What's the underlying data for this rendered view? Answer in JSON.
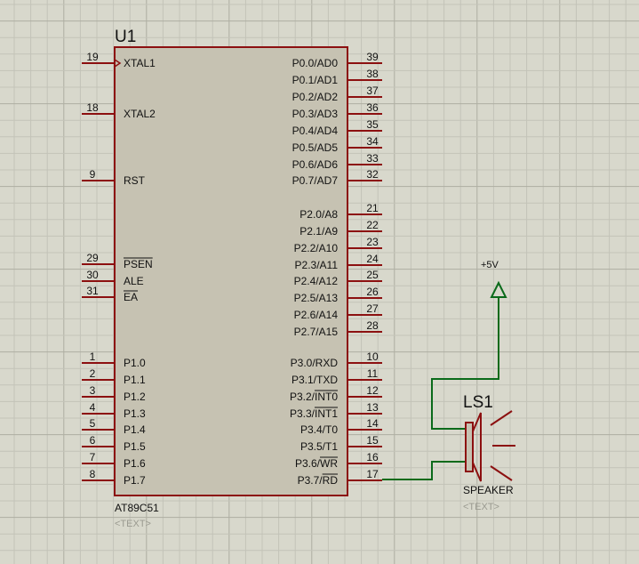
{
  "chip": {
    "ref": "U1",
    "part": "AT89C51",
    "text_placeholder": "<TEXT>",
    "left_pins": [
      {
        "num": "19",
        "label": "XTAL1",
        "clock": true
      },
      {
        "num": "18",
        "label": "XTAL2"
      },
      {
        "num": "9",
        "label": "RST"
      },
      {
        "num": "29",
        "label": "PSEN",
        "overbar": true
      },
      {
        "num": "30",
        "label": "ALE"
      },
      {
        "num": "31",
        "label": "EA",
        "overbar": true
      },
      {
        "num": "1",
        "label": "P1.0"
      },
      {
        "num": "2",
        "label": "P1.1"
      },
      {
        "num": "3",
        "label": "P1.2"
      },
      {
        "num": "4",
        "label": "P1.3"
      },
      {
        "num": "5",
        "label": "P1.4"
      },
      {
        "num": "6",
        "label": "P1.5"
      },
      {
        "num": "7",
        "label": "P1.6"
      },
      {
        "num": "8",
        "label": "P1.7"
      }
    ],
    "right_pins": [
      {
        "num": "39",
        "label": "P0.0/AD0"
      },
      {
        "num": "38",
        "label": "P0.1/AD1"
      },
      {
        "num": "37",
        "label": "P0.2/AD2"
      },
      {
        "num": "36",
        "label": "P0.3/AD3"
      },
      {
        "num": "35",
        "label": "P0.4/AD4"
      },
      {
        "num": "34",
        "label": "P0.5/AD5"
      },
      {
        "num": "33",
        "label": "P0.6/AD6"
      },
      {
        "num": "32",
        "label": "P0.7/AD7"
      },
      {
        "num": "21",
        "label": "P2.0/A8"
      },
      {
        "num": "22",
        "label": "P2.1/A9"
      },
      {
        "num": "23",
        "label": "P2.2/A10"
      },
      {
        "num": "24",
        "label": "P2.3/A11"
      },
      {
        "num": "25",
        "label": "P2.4/A12"
      },
      {
        "num": "26",
        "label": "P2.5/A13"
      },
      {
        "num": "27",
        "label": "P2.6/A14"
      },
      {
        "num": "28",
        "label": "P2.7/A15"
      },
      {
        "num": "10",
        "label": "P3.0/RXD"
      },
      {
        "num": "11",
        "label": "P3.1/TXD"
      },
      {
        "num": "12",
        "label_pre": "P3.2/",
        "label_bar": "INT0"
      },
      {
        "num": "13",
        "label_pre": "P3.3/",
        "label_bar": "INT1"
      },
      {
        "num": "14",
        "label": "P3.4/T0"
      },
      {
        "num": "15",
        "label": "P3.5/T1"
      },
      {
        "num": "16",
        "label_pre": "P3.6/",
        "label_bar": "WR"
      },
      {
        "num": "17",
        "label_pre": "P3.7/",
        "label_bar": "RD"
      }
    ]
  },
  "power": {
    "label": "+5V"
  },
  "speaker": {
    "ref": "LS1",
    "part": "SPEAKER",
    "text_placeholder": "<TEXT>"
  },
  "colors": {
    "background": "#d8d8cc",
    "grid_minor": "#c3c3b8",
    "grid_major": "#aeaea2",
    "chip_fill": "#c6c2b2",
    "chip_outline": "#8c1010",
    "pin_line": "#8c1010",
    "wire": "#0a6a1a",
    "text": "#111111",
    "text_faint": "#9a9a90"
  }
}
